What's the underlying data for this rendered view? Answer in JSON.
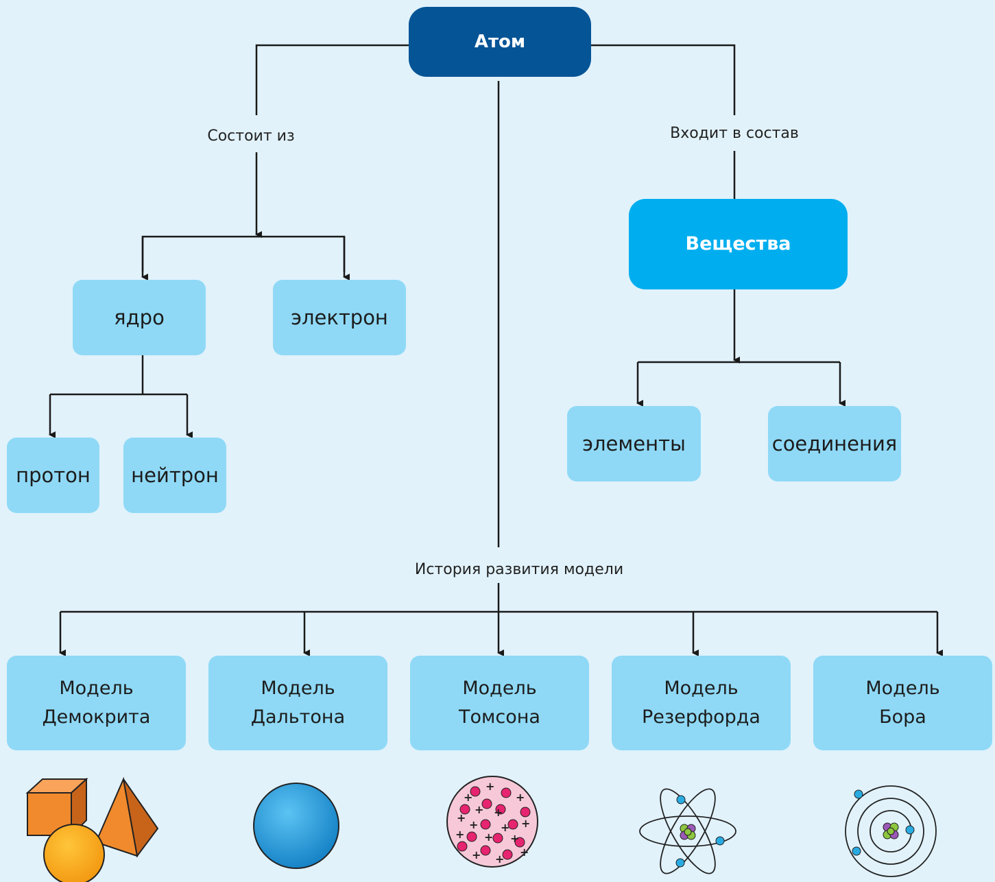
{
  "nodes": {
    "atom": "Атом",
    "substances": "Вещества",
    "nucleus": "ядро",
    "electron": "электрон",
    "proton": "протон",
    "neutron": "нейтрон",
    "elements": "элементы",
    "compounds": "соединения"
  },
  "relations": {
    "consists_of": "Состоит из",
    "part_of": "Входит в состав",
    "model_history": "История развития модели"
  },
  "models": [
    {
      "line1": "Модель",
      "line2": "Демокрита"
    },
    {
      "line1": "Модель",
      "line2": "Дальтона"
    },
    {
      "line1": "Модель",
      "line2": "Томсона"
    },
    {
      "line1": "Модель",
      "line2": "Резерфорда"
    },
    {
      "line1": "Модель",
      "line2": "Бора"
    }
  ],
  "colors": {
    "background": "#e1f2fb",
    "atom_box": "#055496",
    "substances_box": "#00aeef",
    "light_box": "#8fd9f6"
  }
}
